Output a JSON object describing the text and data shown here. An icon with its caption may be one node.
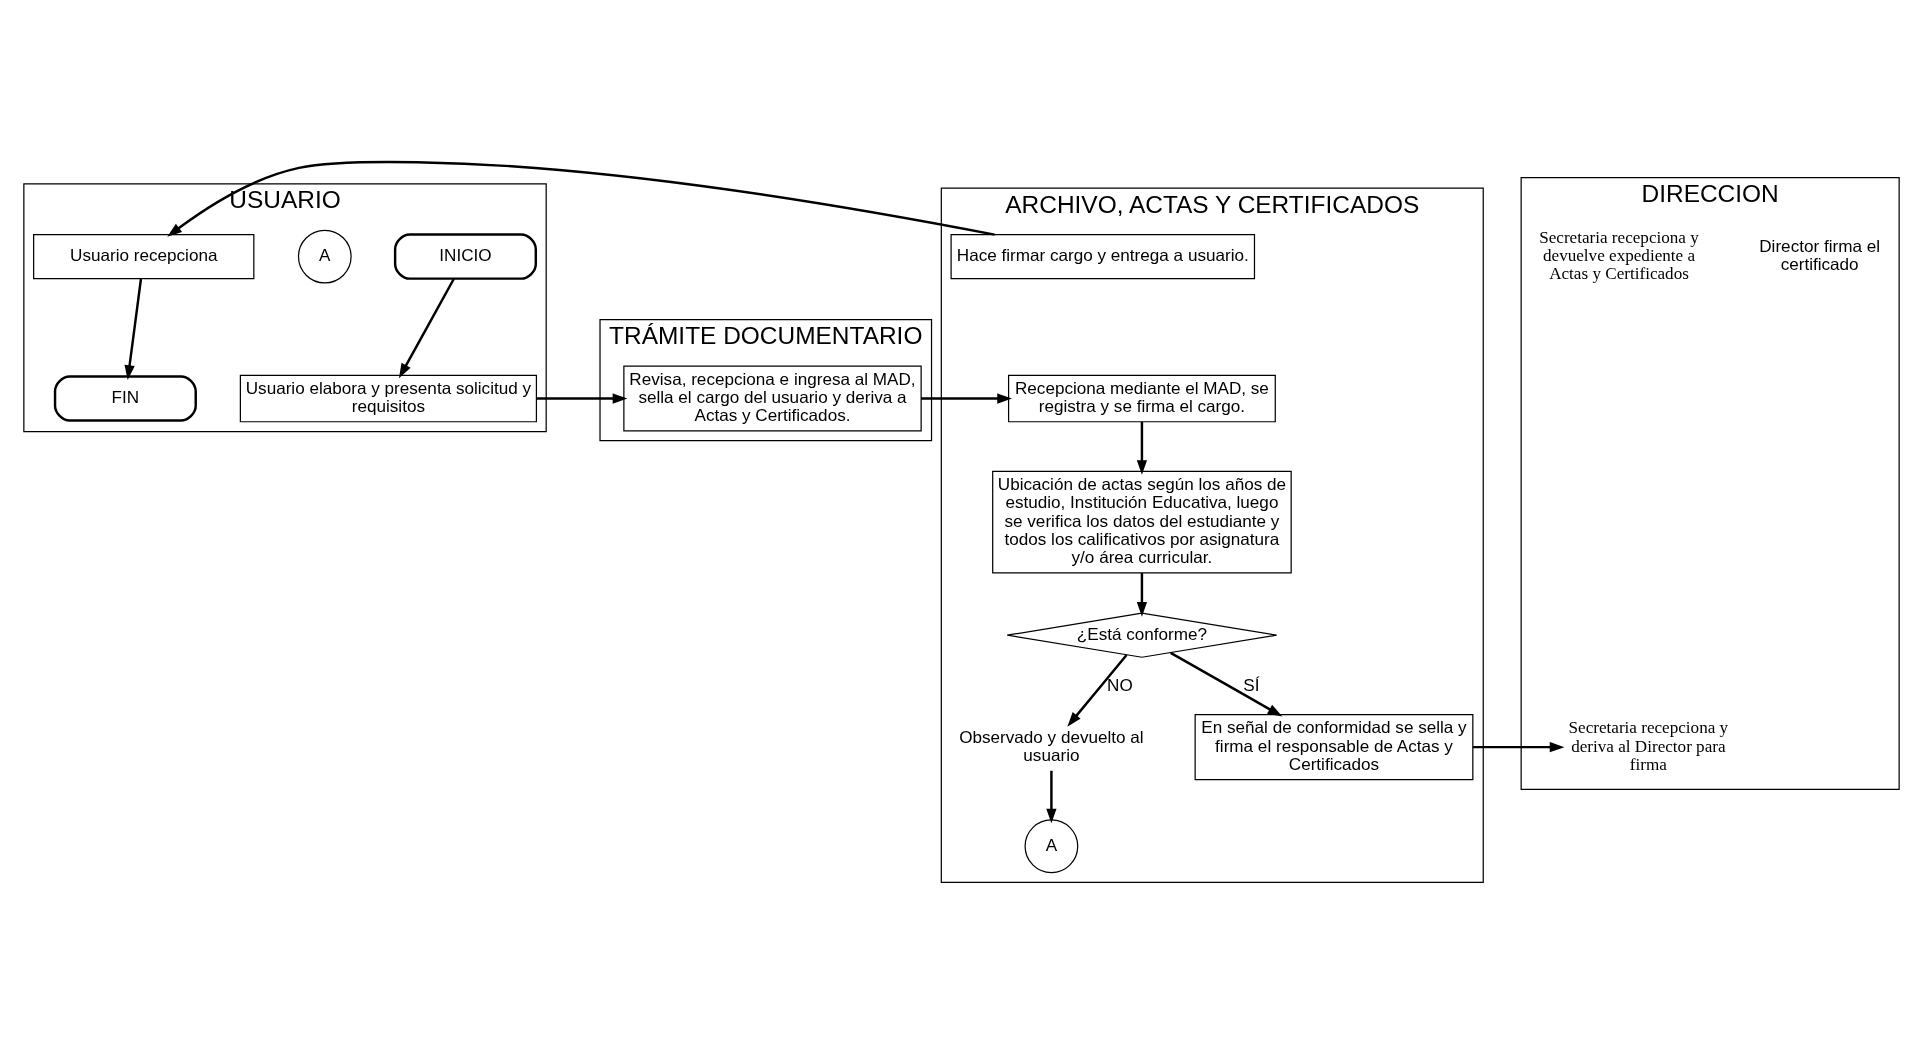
{
  "diagram": {
    "nodes": [
      {
        "text": [
          "USUARIO"
        ]
      },
      {
        "text": [
          "TRÁMITE DOCUMENTARIO"
        ]
      },
      {
        "text": [
          "ARCHIVO, ACTAS Y CERTIFICADOS"
        ]
      },
      {
        "text": [
          "DIRECCION"
        ]
      },
      {
        "text": [
          "INICIO"
        ],
        "in": 0
      },
      {
        "text": [
          "Usuario elabora y presenta solicitud y requisitos"
        ],
        "in": 0
      },
      {
        "text": [
          "A"
        ],
        "in": 0
      },
      {
        "text": [
          "Usuario recepciona"
        ],
        "in": 0
      },
      {
        "text": [
          "FIN"
        ],
        "in": 0
      },
      {
        "text": [
          "Revisa, recepciona e ingresa al MAD, sella el cargo del usuario y deriva a Actas y Certificados."
        ],
        "in": 1
      },
      {
        "text": [
          "Recepciona mediante el MAD, se registra y se firma el cargo."
        ],
        "in": 2
      },
      {
        "text": [
          "Ubicación de actas según los años de estudio, Institución Educativa, luego se verifica los datos del estudiante y todos los calificativos por asignatura y/o área curricular."
        ],
        "in": 2
      },
      {
        "text": [
          "¿Está conforme?"
        ],
        "in": 2
      },
      {
        "text": [
          "Observado y devuelto al usuario"
        ],
        "in": 2
      },
      {
        "text": [
          "A"
        ],
        "in": 2
      },
      {
        "text": [
          "En señal de conformidad se sella y firma el responsable de Actas y Certificados"
        ],
        "in": 2
      },
      {
        "text": [
          "Hace firmar cargo y entrega a usuario."
        ],
        "in": 2
      },
      {
        "text": [
          "Secretaria recepciona y deriva al Director para firma"
        ],
        "in": 3
      },
      {
        "text": [
          "Director firma el certificado"
        ],
        "in": 3
      },
      {
        "text": [
          "Secretaria recepciona y devuelve expediente a Actas y Certificados"
        ],
        "in": 3
      }
    ],
    "edges": [
      {
        "from": 4,
        "to": 5,
        "arrow": "to"
      },
      {
        "from": 5,
        "to": 9,
        "arrow": "to"
      },
      {
        "from": 9,
        "to": 10,
        "arrow": "to"
      },
      {
        "from": 10,
        "to": 11,
        "arrow": "to"
      },
      {
        "from": 11,
        "to": 12,
        "arrow": "to"
      },
      {
        "from": 12,
        "to": 13,
        "arrow": "to",
        "label": "NO"
      },
      {
        "from": 13,
        "to": 14,
        "arrow": "to"
      },
      {
        "from": 12,
        "to": 15,
        "arrow": "to",
        "label": "SÍ"
      },
      {
        "from": 15,
        "to": 17,
        "arrow": "to"
      },
      {
        "from": 16,
        "to": 7,
        "arrow": "to"
      },
      {
        "from": 7,
        "to": 8,
        "arrow": "to"
      }
    ]
  }
}
